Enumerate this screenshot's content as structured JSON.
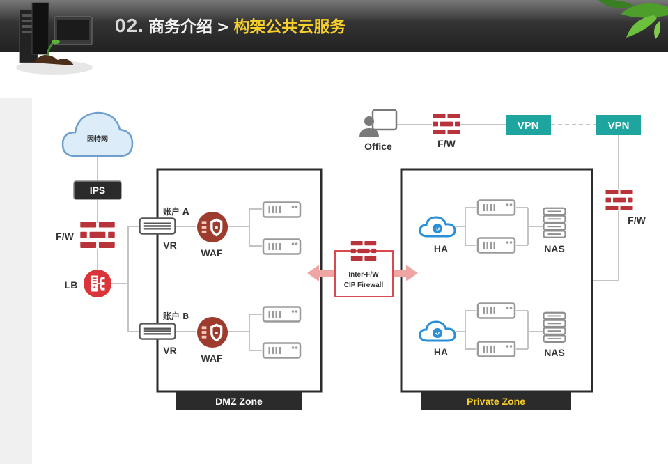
{
  "header": {
    "section_number": "02.",
    "section_title": "商务介绍",
    "separator": ">",
    "subtitle": "构架公共云服务"
  },
  "colors": {
    "header_dark": "#2a2a2a",
    "subtitle_yellow": "#f7cf2a",
    "firewall_red": "#b8333a",
    "waf_brown": "#9c3b2e",
    "vpn_teal": "#1fa59f",
    "ha_blue": "#2a8fd6",
    "line_gray": "#c4c4c4",
    "zone_bar_dark": "#2b2b2b"
  },
  "left_stack": {
    "internet_label": "因特网",
    "ips_label": "IPS",
    "fw_label": "F/W",
    "lb_label": "LB"
  },
  "dmz": {
    "zone_label": "DMZ Zone",
    "account_a_label": "账户 A",
    "account_b_label": "账户 B",
    "vr_label": "VR",
    "waf_label": "WAF"
  },
  "inter_fw": {
    "line1": "Inter-F/W",
    "line2": "CIP Firewall"
  },
  "private": {
    "zone_label": "Private Zone",
    "ha_label": "HA",
    "ha_badge": "HA",
    "nas_label": "NAS"
  },
  "top_right": {
    "office_label": "Office",
    "fw_label": "F/W",
    "vpn_label": "VPN",
    "fw_right_label": "F/W"
  }
}
